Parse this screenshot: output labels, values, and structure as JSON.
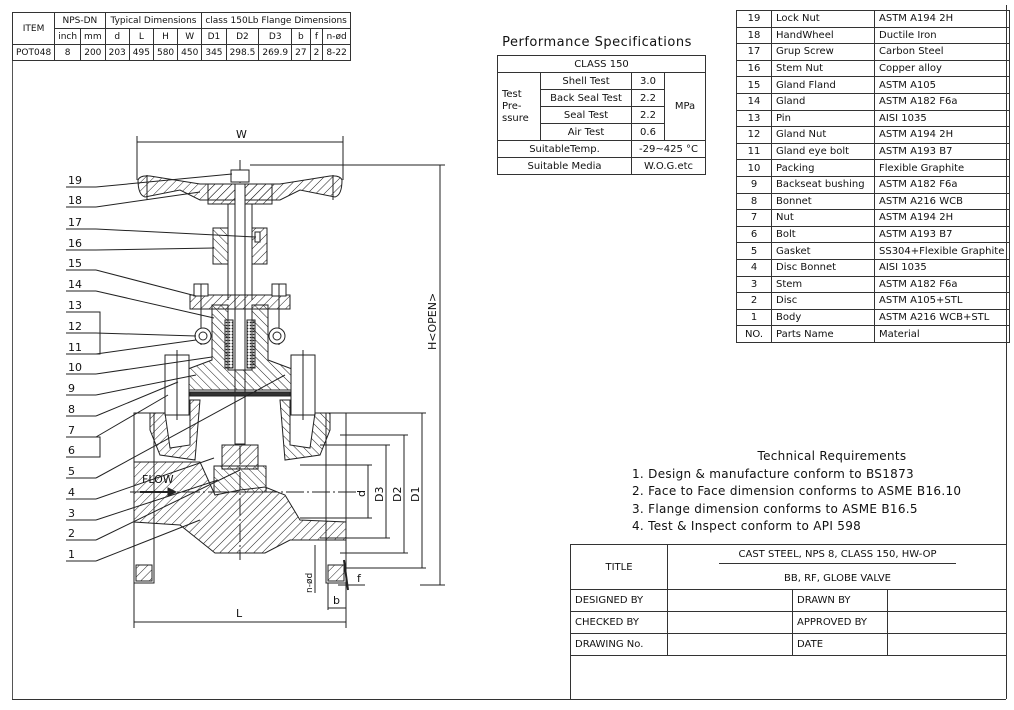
{
  "dimension_table": {
    "header_row1": {
      "item": "ITEM",
      "nps_dn": "NPS-DN",
      "typical": "Typical Dimensions",
      "flange": "class 150Lb Flange Dimensions"
    },
    "header_row2": [
      "inch",
      "mm",
      "d",
      "L",
      "H",
      "W",
      "D1",
      "D2",
      "D3",
      "b",
      "f",
      "n-ød"
    ],
    "rows": [
      [
        "POT048",
        "8",
        "200",
        "203",
        "495",
        "580",
        "450",
        "345",
        "298.5",
        "269.9",
        "27",
        "2",
        "8-22"
      ]
    ]
  },
  "performance": {
    "title": "Performance Specifications",
    "class": "CLASS 150",
    "test_label": "Test Pre- ssure",
    "tests": [
      {
        "name": "Shell Test",
        "value": "3.0"
      },
      {
        "name": "Back Seal Test",
        "value": "2.2"
      },
      {
        "name": "Seal Test",
        "value": "2.2"
      },
      {
        "name": "Air Test",
        "value": "0.6"
      }
    ],
    "unit": "MPa",
    "temp_label": "SuitableTemp.",
    "temp_value": "-29~425 °C",
    "media_label": "Suitable Media",
    "media_value": "W.O.G.etc"
  },
  "parts": {
    "rows": [
      {
        "no": "19",
        "name": "Lock Nut",
        "material": "ASTM A194 2H"
      },
      {
        "no": "18",
        "name": "HandWheel",
        "material": "Ductile Iron"
      },
      {
        "no": "17",
        "name": "Grup Screw",
        "material": "Carbon Steel"
      },
      {
        "no": "16",
        "name": "Stem Nut",
        "material": "Copper alloy"
      },
      {
        "no": "15",
        "name": "Gland Fland",
        "material": "ASTM A105"
      },
      {
        "no": "14",
        "name": "Gland",
        "material": "ASTM A182 F6a"
      },
      {
        "no": "13",
        "name": "Pin",
        "material": "AISI 1035"
      },
      {
        "no": "12",
        "name": "Gland Nut",
        "material": "ASTM A194 2H"
      },
      {
        "no": "11",
        "name": "Gland eye bolt",
        "material": "ASTM A193 B7"
      },
      {
        "no": "10",
        "name": "Packing",
        "material": "Flexible Graphite"
      },
      {
        "no": "9",
        "name": "Backseat bushing",
        "material": "ASTM A182 F6a"
      },
      {
        "no": "8",
        "name": "Bonnet",
        "material": "ASTM A216 WCB"
      },
      {
        "no": "7",
        "name": "Nut",
        "material": "ASTM A194 2H"
      },
      {
        "no": "6",
        "name": "Bolt",
        "material": "ASTM A193 B7"
      },
      {
        "no": "5",
        "name": "Gasket",
        "material": "SS304+Flexible Graphite"
      },
      {
        "no": "4",
        "name": "Disc Bonnet",
        "material": "AISI 1035"
      },
      {
        "no": "3",
        "name": "Stem",
        "material": "ASTM A182 F6a"
      },
      {
        "no": "2",
        "name": "Disc",
        "material": "ASTM A105+STL"
      },
      {
        "no": "1",
        "name": "Body",
        "material": "ASTM A216 WCB+STL"
      }
    ],
    "header": {
      "no": "NO.",
      "name": "Parts Name",
      "material": "Material"
    }
  },
  "technical": {
    "title": "Technical Requirements",
    "items": [
      "1. Design & manufacture conform to BS1873",
      "2. Face to Face dimension conforms to ASME B16.10",
      "3. Flange dimension conforms to ASME B16.5",
      "4. Test & Inspect conform to API 598"
    ]
  },
  "title_block": {
    "title_label": "TITLE",
    "title_line1": "CAST STEEL, NPS 8, CLASS 150, HW-OP",
    "title_line2": "BB, RF, GLOBE VALVE",
    "designed_by": "DESIGNED BY",
    "drawn_by": "DRAWN BY",
    "checked_by": "CHECKED  BY",
    "approved_by": "APPROVED BY",
    "drawing_no": "DRAWING No.",
    "date": "DATE"
  },
  "drawing": {
    "balloons": [
      "19",
      "18",
      "17",
      "16",
      "15",
      "14",
      "13",
      "12",
      "11",
      "10",
      "9",
      "8",
      "7",
      "6",
      "5",
      "4",
      "3",
      "2",
      "1"
    ],
    "dims": {
      "W": "W",
      "H": "H<OPEN>",
      "L": "L",
      "d": "d",
      "D3": "D3",
      "D2": "D2",
      "D1": "D1",
      "b": "b",
      "f": "f",
      "nd": "n-ød"
    },
    "flow_label": "FLOW"
  }
}
